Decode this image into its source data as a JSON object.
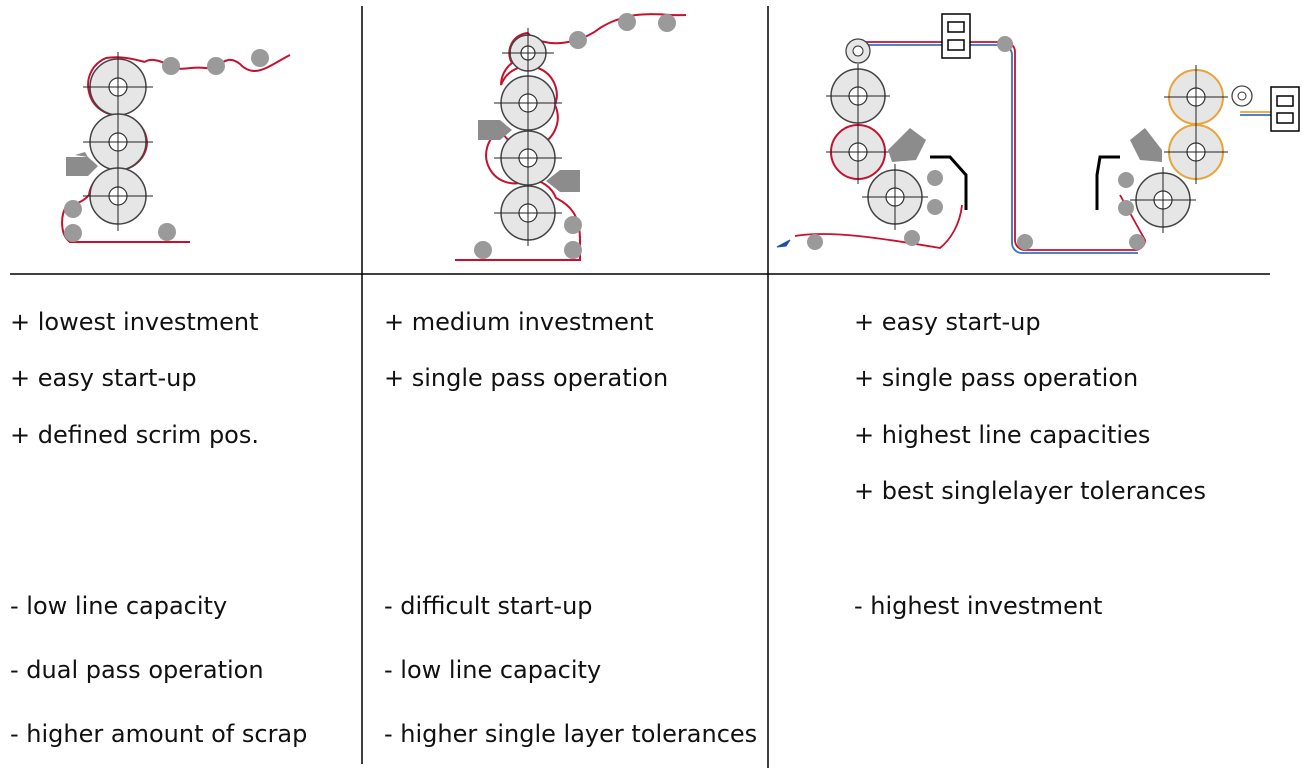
{
  "columns": [
    {
      "pros": [
        "+ lowest investment",
        "+ easy start-up",
        "+ defined scrim pos."
      ],
      "cons": [
        "- low line capacity",
        "- dual pass operation",
        "- higher amount of scrap"
      ]
    },
    {
      "pros": [
        "+ medium investment",
        "+ single pass operation"
      ],
      "cons": [
        "- difficult start-up",
        "- low line capacity",
        "- higher single layer tolerances"
      ]
    },
    {
      "pros": [
        "+ easy start-up",
        "+ single pass operation",
        "+ highest line capacities",
        "+ best singlelayer tolerances"
      ],
      "cons": [
        "- highest investment"
      ]
    }
  ],
  "colors": {
    "web": "#c8102e",
    "web_blue": "#3a6fc4",
    "web_orange": "#e8a33a",
    "roll_fill": "#e6e6e6",
    "idler": "#9a9a9a",
    "die": "#8c8c8c",
    "rule": "#000000"
  }
}
